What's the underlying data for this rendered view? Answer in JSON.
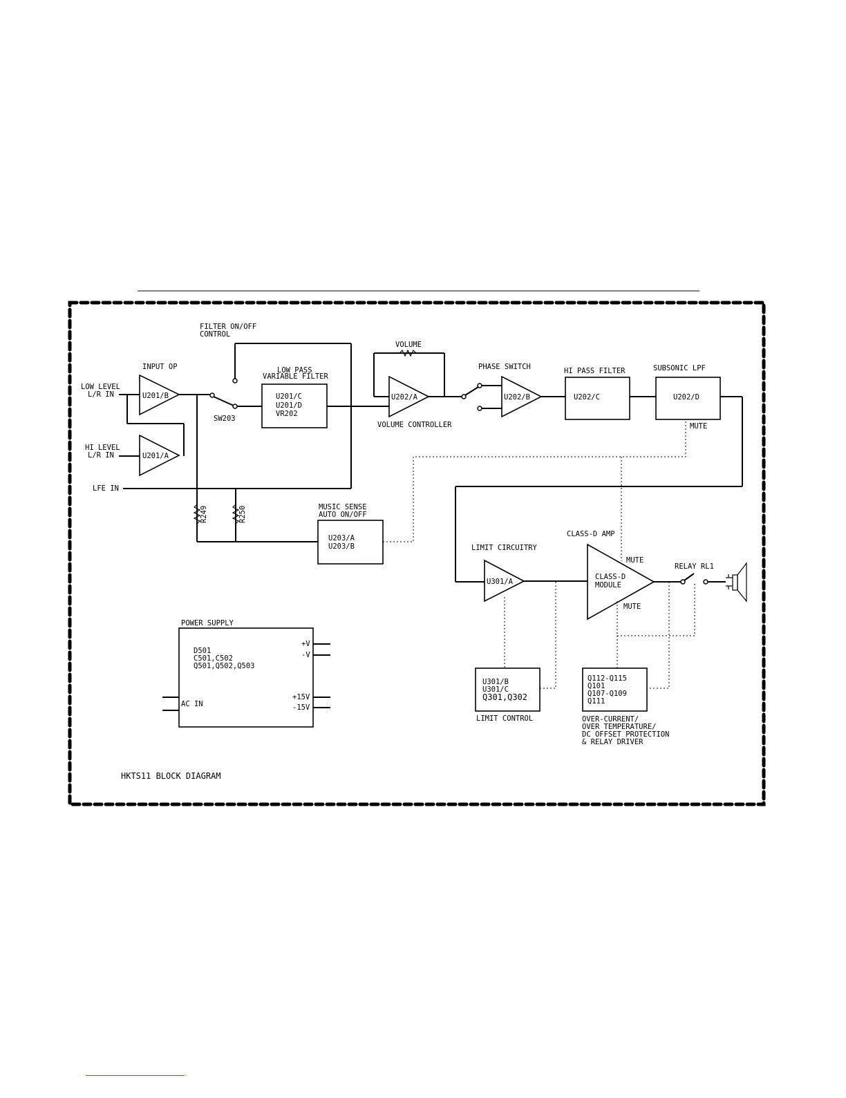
{
  "labels": {
    "filter_on_off_1": "FILTER ON/OFF",
    "filter_on_off_2": "CONTROL",
    "input_op": "INPUT OP",
    "low_level_1": "LOW LEVEL",
    "low_level_2": "L/R IN",
    "hi_level_1": "HI LEVEL",
    "hi_level_2": "L/R IN",
    "lfe_in": "LFE IN",
    "u201b": "U201/B",
    "u201a": "U201/A",
    "sw203": "SW203",
    "lpf_title_1": "LOW PASS",
    "lpf_title_2": "VARIABLE FILTER",
    "lpf_l1": "U201/C",
    "lpf_l2": "U201/D",
    "lpf_l3": "VR202",
    "volume": "VOLUME",
    "u202a": "U202/A",
    "volume_controller": "VOLUME CONTROLLER",
    "phase_switch": "PHASE SWITCH",
    "u202b": "U202/B",
    "hi_pass_filter": "HI PASS FILTER",
    "u202c": "U202/C",
    "subsonic_lpf": "SUBSONIC LPF",
    "u202d": "U202/D",
    "mute": "MUTE",
    "r249": "R249",
    "r250": "R250",
    "music_sense_1": "MUSIC SENSE",
    "music_sense_2": "AUTO ON/OFF",
    "u203a": "U203/A",
    "u203b": "U203/B",
    "class_d_amp": "CLASS-D AMP",
    "limit_circuitry": "LIMIT CIRCUITRY",
    "u301a": "U301/A",
    "class_d_1": "CLASS-D",
    "class_d_2": "MODULE",
    "mute_top": "MUTE",
    "mute_bottom": "MUTE",
    "relay": "RELAY RL1",
    "power_supply": "POWER SUPPLY",
    "ps_l1": "D501",
    "ps_l2": "C501,C502",
    "ps_l3": "Q501,Q502,Q503",
    "ps_plus_v": "+V",
    "ps_minus_v": "-V",
    "ps_plus_15": "+15V",
    "ps_minus_15": "-15V",
    "ac_in": "AC IN",
    "lc_l1": "U301/B",
    "lc_l2": "U301/C",
    "lc_l3": "Q301,Q302",
    "limit_control": "LIMIT CONTROL",
    "prot_l1": "Q112-Q115",
    "prot_l2": "Q101",
    "prot_l3": "Q107-Q109",
    "prot_l4": "Q111",
    "prot_desc_1": "OVER-CURRENT/",
    "prot_desc_2": "OVER TEMPERATURE/",
    "prot_desc_3": "DC OFFSET PROTECTION",
    "prot_desc_4": "& RELAY DRIVER",
    "caption": "HKTS11 BLOCK DIAGRAM"
  }
}
